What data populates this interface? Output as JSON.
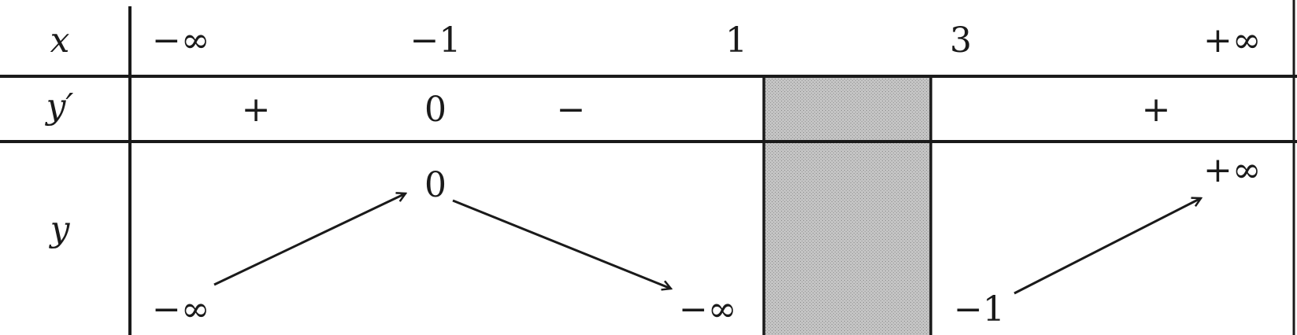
{
  "table": {
    "row_labels": {
      "x": "x",
      "y_prime": "y′",
      "y": "y"
    },
    "x_values": [
      "−∞",
      "−1",
      "1",
      "3",
      "+∞"
    ],
    "y_prime_signs": [
      "+",
      "0",
      "−",
      "+"
    ],
    "y_values": {
      "minus_inf_left": "−∞",
      "max_at_minus1": "0",
      "minus_inf_at_1": "−∞",
      "minus1_at_3": "−1",
      "plus_inf_right": "+∞"
    },
    "excluded_interval": "1 < x < 3",
    "arrows": [
      {
        "name": "increase-1",
        "direction": "up"
      },
      {
        "name": "decrease-1",
        "direction": "down"
      },
      {
        "name": "increase-2",
        "direction": "up"
      }
    ]
  },
  "colors": {
    "ink": "#1a1a1a",
    "hatch": "#b3b3b3"
  }
}
